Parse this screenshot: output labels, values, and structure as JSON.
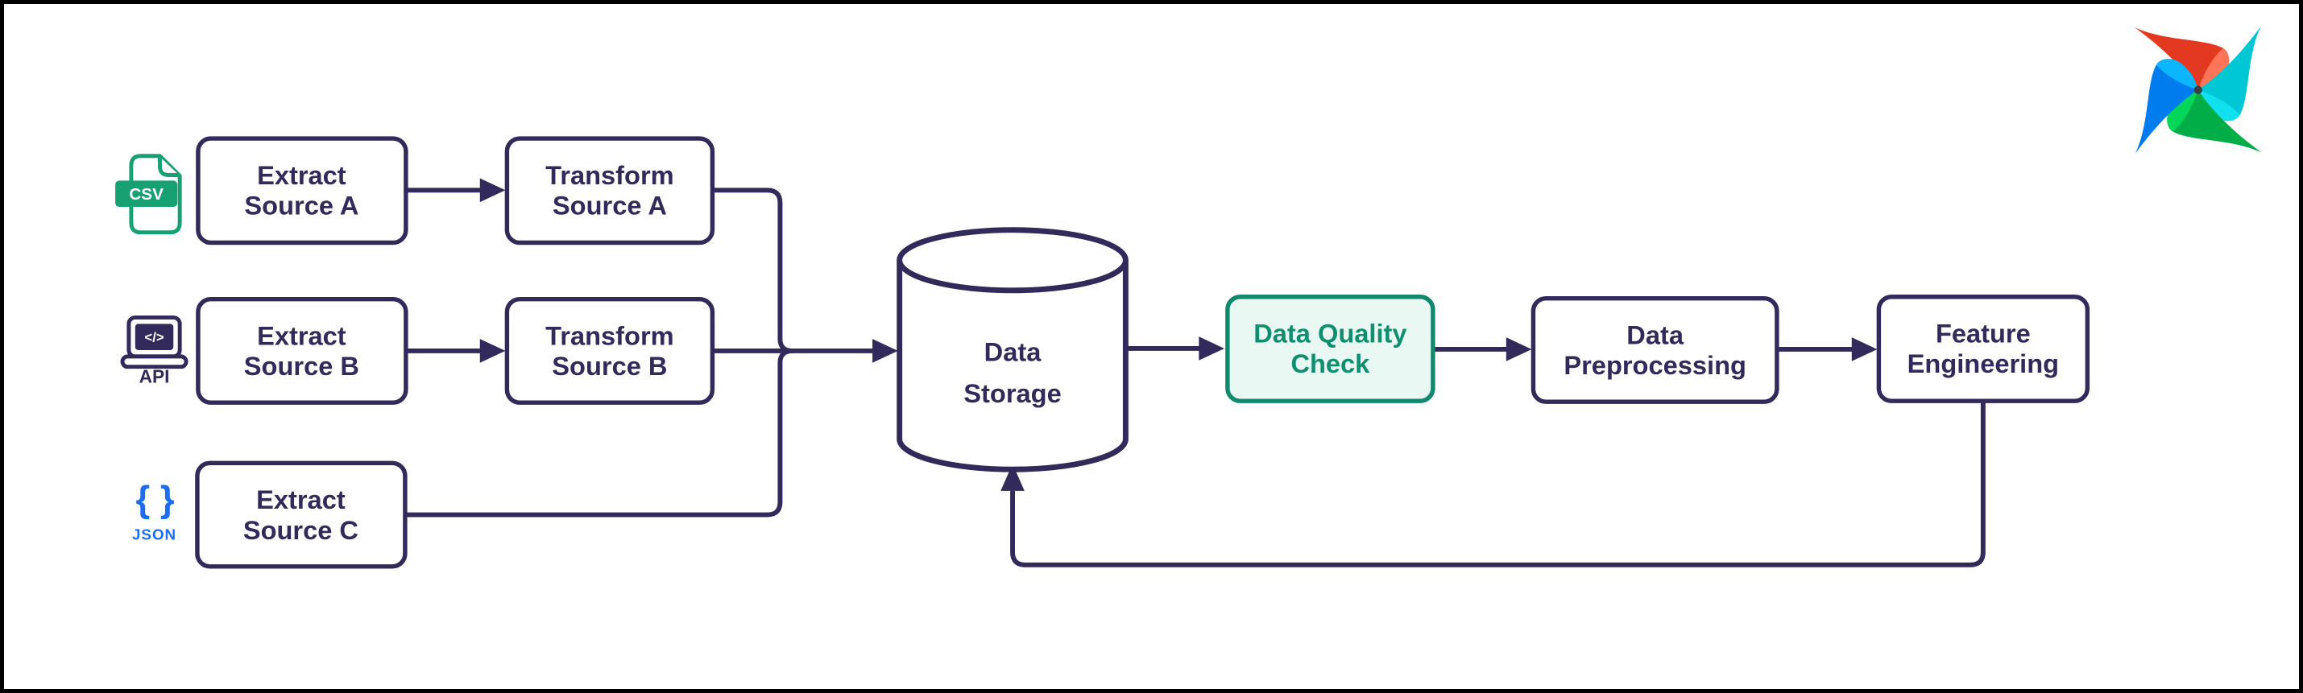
{
  "canvas": {
    "background": "#ffffff",
    "border_color": "#000000"
  },
  "colors": {
    "navy": "#312a5a",
    "quality_border": "#12896d",
    "quality_text": "#0e8f70",
    "quality_fill": "#eaf8f3",
    "csv_green": "#17a172",
    "json_blue": "#1b6ef3",
    "airflow_logo": {
      "red": "#E43921",
      "red_light": "#FF7557",
      "cyan": "#00C7D4",
      "cyan_light": "#11E1EE",
      "green": "#00AD46",
      "green_light": "#04D659",
      "blue": "#017CEE",
      "blue_light": "#0CB6FF"
    }
  },
  "icons": {
    "csv": {
      "label": "CSV"
    },
    "api": {
      "label": "API",
      "screen_code": "</>"
    },
    "json": {
      "braces": "{ }",
      "label": "JSON"
    }
  },
  "nodes": {
    "extract_a": {
      "line1": "Extract",
      "line2": "Source A"
    },
    "transform_a": {
      "line1": "Transform",
      "line2": "Source A"
    },
    "extract_b": {
      "line1": "Extract",
      "line2": "Source B"
    },
    "transform_b": {
      "line1": "Transform",
      "line2": "Source B"
    },
    "extract_c": {
      "line1": "Extract",
      "line2": "Source C"
    },
    "data_storage": {
      "line1": "Data",
      "line2": "Storage"
    },
    "data_quality": {
      "line1": "Data Quality",
      "line2": "Check"
    },
    "data_preprocessing": {
      "line1": "Data",
      "line2": "Preprocessing"
    },
    "feature_engineering": {
      "line1": "Feature",
      "line2": "Engineering"
    }
  }
}
